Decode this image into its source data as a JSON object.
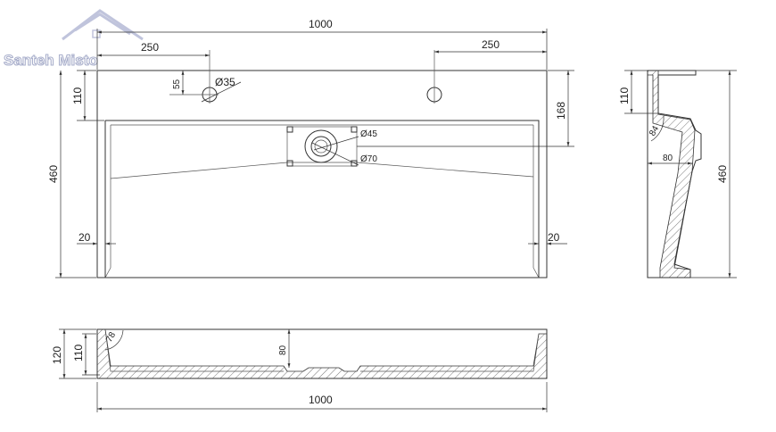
{
  "logo": {
    "name": "Santeh Misto"
  },
  "top_view": {
    "overall_width": "1000",
    "left_hole_offset": "250",
    "right_hole_offset": "250",
    "hole_depth": "55",
    "hole_diameter": "Ø35",
    "rim_depth": "110",
    "drain_offset": "168",
    "total_depth": "460",
    "drain_inner": "Ø45",
    "drain_outer": "Ø70",
    "left_wall": "20",
    "right_wall": "20"
  },
  "side_section": {
    "rim": "110",
    "angle": "84",
    "inner": "80",
    "depth": "460"
  },
  "front_section": {
    "total_height": "120",
    "rim_height": "110",
    "angle": "78",
    "drain_height": "80",
    "width": "1000"
  },
  "colors": {
    "line": "#333333",
    "logo_stroke": "#aab0cc"
  }
}
